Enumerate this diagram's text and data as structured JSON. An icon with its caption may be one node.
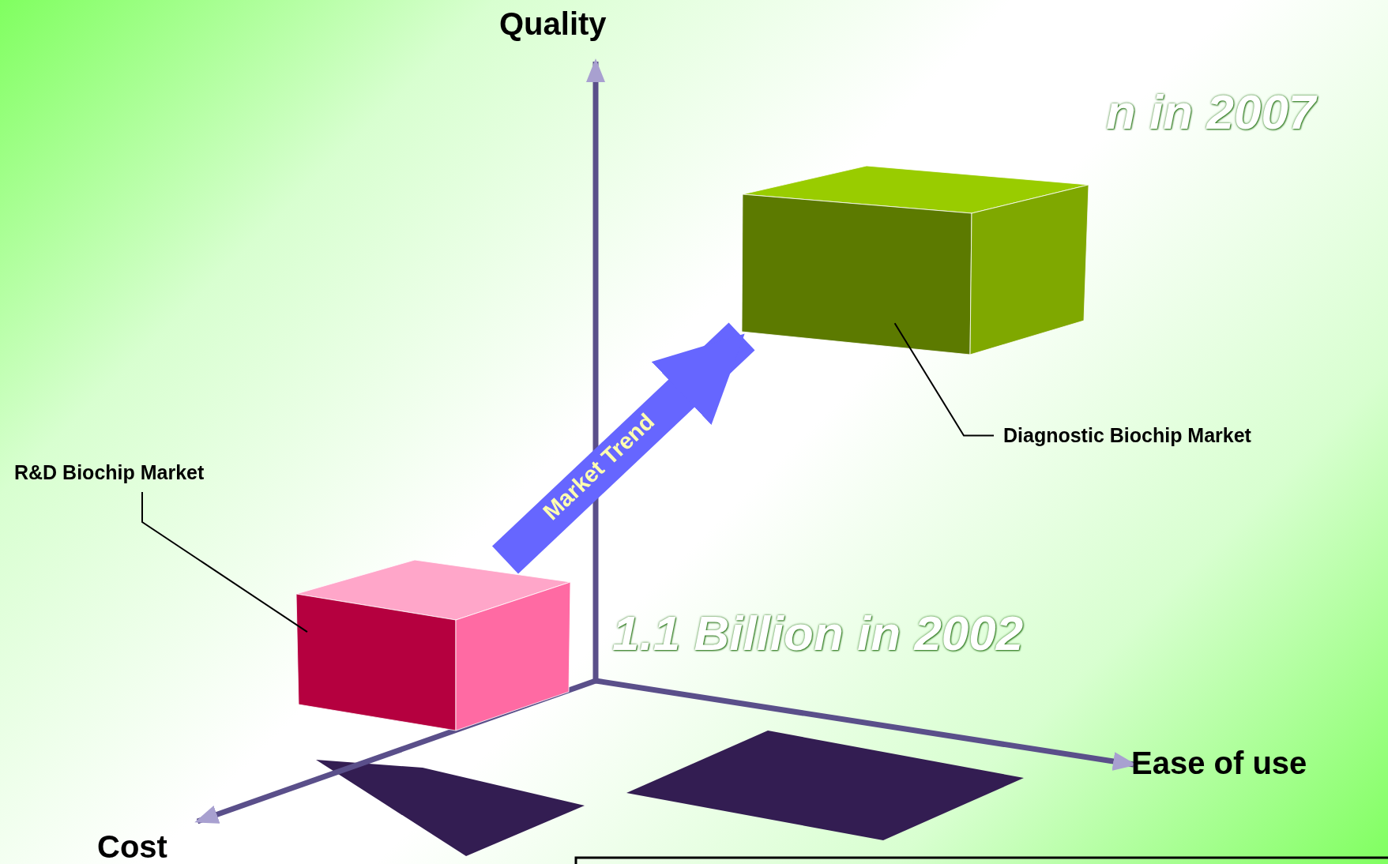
{
  "diagram": {
    "nodes": [
      {
        "text": [
          "R&D Biochip Market"
        ]
      },
      {
        "text": [],
        "shape": "box"
      },
      {
        "text": [
          "Diagnostic Biochip Market"
        ]
      },
      {
        "text": [],
        "shape": "box"
      }
    ],
    "edges": [
      {
        "from": 1,
        "to": 3,
        "arrow": "to",
        "label": "Market Trend",
        "style": "thick",
        "color": "#6666ff"
      },
      {
        "from": 0,
        "to": 1,
        "arrow": "none"
      },
      {
        "from": 2,
        "to": 3,
        "arrow": "none"
      }
    ],
    "labels": [
      "Quality",
      "n in 2007",
      "1.1 Billion in 2002",
      "Ease of use",
      "Cost"
    ]
  }
}
